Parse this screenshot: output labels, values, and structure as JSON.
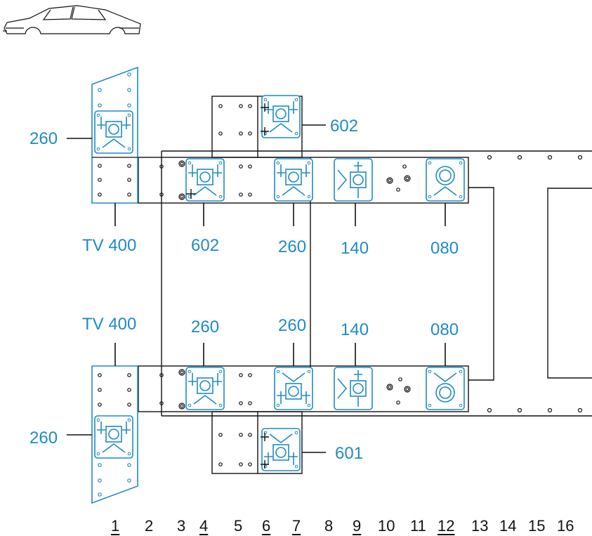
{
  "labels": {
    "top_left_260": "260",
    "top_602_right": "602",
    "top_tv400": "TV 400",
    "top_602": "602",
    "top_260": "260",
    "top_140": "140",
    "top_080": "080",
    "bot_tv400": "TV 400",
    "bot_260_a": "260",
    "bot_260_b": "260",
    "bot_140": "140",
    "bot_080": "080",
    "bot_left_260": "260",
    "bot_601": "601"
  },
  "positions": [
    "1",
    "2",
    "3",
    "4",
    "5",
    "6",
    "7",
    "8",
    "9",
    "10",
    "11",
    "12",
    "13",
    "14",
    "15",
    "16"
  ],
  "underlined_positions": [
    "1",
    "4",
    "6",
    "7",
    "9",
    "12"
  ],
  "colors": {
    "module": "#1f8bc4",
    "frame": "#111111"
  },
  "icons": [
    "car-body-icon"
  ]
}
